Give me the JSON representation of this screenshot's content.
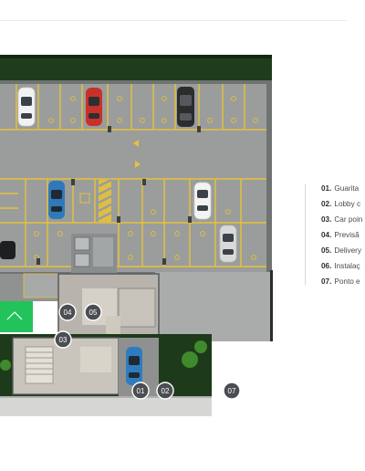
{
  "colors": {
    "asphalt": "#9a9d9c",
    "parking_line": "#e7c23a",
    "hedge": "#1f3d1c",
    "marker": "#4a4d52",
    "legend_number": "#2f2f2f"
  },
  "markers": [
    {
      "label": "04"
    },
    {
      "label": "05"
    },
    {
      "label": "03"
    },
    {
      "label": "01"
    },
    {
      "label": "02"
    },
    {
      "label": "07"
    }
  ],
  "legend": {
    "items": [
      {
        "num": "01.",
        "text": "Guarita"
      },
      {
        "num": "02.",
        "text": "Lobby c"
      },
      {
        "num": "03.",
        "text": "Car poin"
      },
      {
        "num": "04.",
        "text": "Previsã"
      },
      {
        "num": "05.",
        "text": "Delivery"
      },
      {
        "num": "06.",
        "text": "Instalaç"
      },
      {
        "num": "07.",
        "text": "Ponto e"
      }
    ]
  }
}
